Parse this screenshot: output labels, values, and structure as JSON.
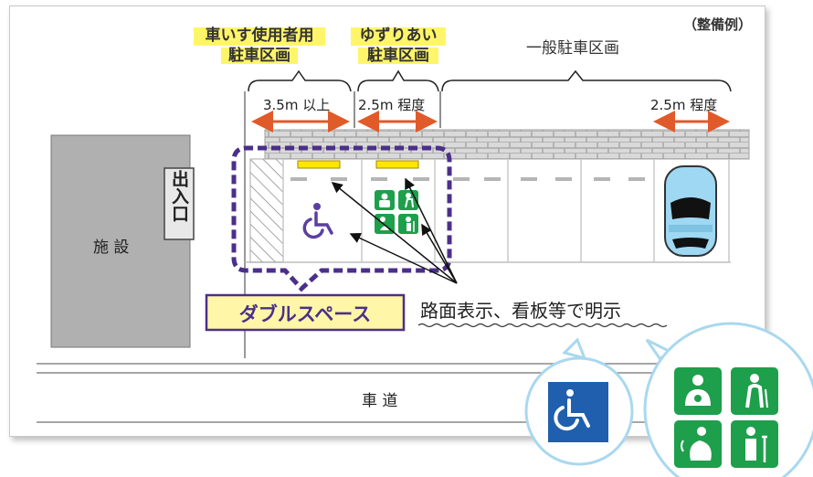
{
  "example_note": "（整備例）",
  "labels": {
    "wheelchair_area_line1": "車いす使用者用",
    "wheelchair_area_line2": "駐車区画",
    "priority_area_line1": "ゆずりあい",
    "priority_area_line2": "駐車区画",
    "general_area": "一般駐車区画"
  },
  "dimensions": {
    "wheelchair_width": "3.5m 以上",
    "priority_width": "2.5m 程度",
    "general_width": "2.5m 程度"
  },
  "facility": {
    "name": "施 設",
    "entrance": "出入口"
  },
  "double_space": "ダブルスペース",
  "note": "路面表示、看板等で明示",
  "road": "車 道",
  "colors": {
    "purple_dash": "#4b2f8a",
    "yellow": "#ffe600",
    "arrow_orange": "#e05a2a",
    "green_sign": "#1e9f4b",
    "blue_sign": "#1f5fae",
    "circle_border": "#a9d8ef",
    "wheelchair_purple": "#5b3fa0"
  },
  "icons": [
    "wheelchair-icon",
    "baby-care-icon",
    "elderly-cane-icon",
    "pregnant-icon",
    "injured-crutch-icon",
    "car-icon"
  ]
}
